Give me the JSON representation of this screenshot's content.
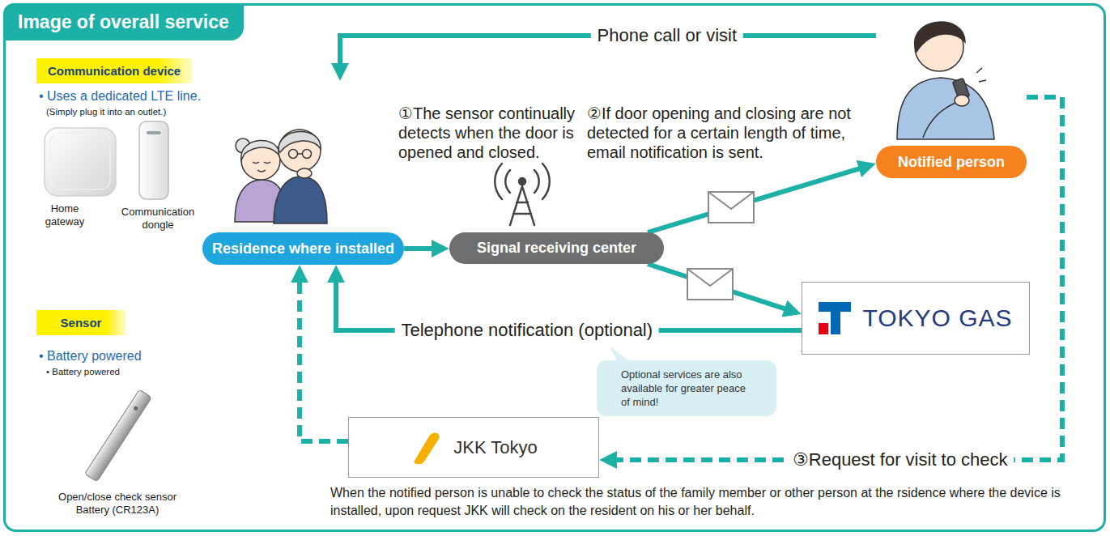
{
  "diagram": {
    "title": "Image of overall service",
    "nodes": [
      {
        "text": [
          "Communication device"
        ]
      },
      {
        "text": [
          "Sensor"
        ]
      },
      {
        "text": [
          "Residence where installed"
        ]
      },
      {
        "text": [
          "Signal receiving center"
        ]
      },
      {
        "text": [
          "Notified person"
        ]
      },
      {
        "text": [
          "TOKYO GAS"
        ]
      },
      {
        "text": [
          "Optional services are also available for greater peace of mind!"
        ]
      },
      {
        "text": [
          "JKK Tokyo"
        ]
      }
    ],
    "edges": [
      {
        "from": 2,
        "to": 3,
        "arrow": "to"
      },
      {
        "from": 3,
        "to": 4,
        "arrow": "to"
      },
      {
        "from": 3,
        "to": 5,
        "arrow": "to"
      },
      {
        "from": 4,
        "to": 2,
        "label": "Phone call or visit",
        "arrow": "to"
      },
      {
        "from": 5,
        "to": 2,
        "label": "Telephone notification (optional)",
        "arrow": "to"
      },
      {
        "from": 4,
        "to": 7,
        "label": "③Request for visit to check",
        "arrow": "to"
      },
      {
        "from": 7,
        "to": 2,
        "arrow": "to"
      }
    ],
    "labels": [
      "• Uses a dedicated LTE line.",
      "(Simply plug it into an outlet.)",
      "Home gateway",
      "Communication dongle",
      "• Battery powered",
      "• Battery powered",
      "Open/close check sensor",
      "Battery (CR123A)",
      "①The sensor continually detects when the door is opened and closed.",
      "②If door opening and closing are not detected for a certain length of time, email notification is sent.",
      "When the notified person is unable to check the status of the family member or other person at the rsidence where the device is installed, upon request JKK will check on the resident on his or her behalf."
    ]
  }
}
